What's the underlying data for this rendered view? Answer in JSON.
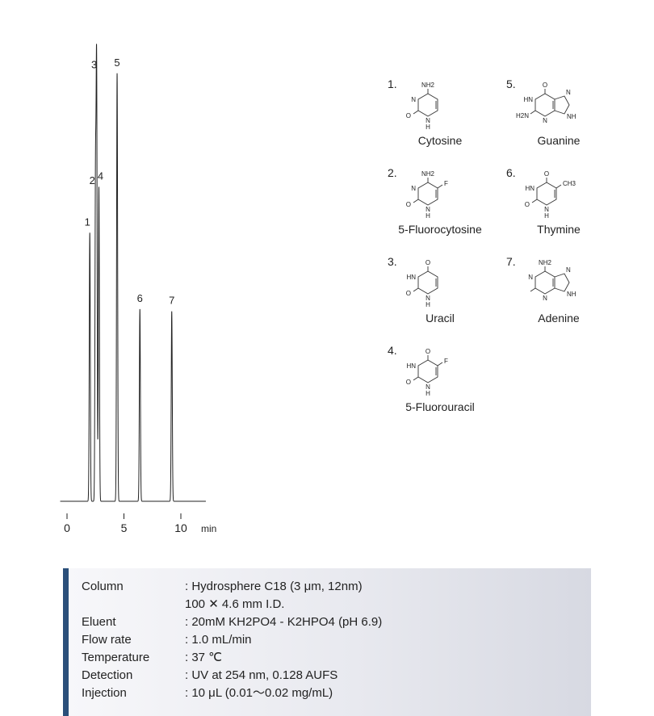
{
  "chart_data": {
    "type": "line",
    "xlabel": "min",
    "xticks": [
      0,
      5,
      10
    ],
    "xlim": [
      -0.6,
      12.2
    ],
    "peaks": [
      {
        "label": "1",
        "time": 2.0,
        "height": 0.615
      },
      {
        "label": "2",
        "time": 2.5,
        "height": 0.71
      },
      {
        "label": "3",
        "time": 2.6,
        "height": 0.975
      },
      {
        "label": "4",
        "time": 2.8,
        "height": 0.72
      },
      {
        "label": "5",
        "time": 4.4,
        "height": 0.98
      },
      {
        "label": "6",
        "time": 6.4,
        "height": 0.44
      },
      {
        "label": "7",
        "time": 9.2,
        "height": 0.435
      }
    ]
  },
  "compounds": [
    {
      "number": "1.",
      "name": "Cytosine",
      "structure": "pyrimidine",
      "labels": {
        "top": "NH2",
        "left_top": "N",
        "left_bottom": "O",
        "bottom": "N",
        "bottom_h": "H"
      }
    },
    {
      "number": "5.",
      "name": "Guanine",
      "structure": "purine",
      "labels": {
        "top": "O",
        "left_top": "HN",
        "left_bottom": "H2N",
        "mid": "N",
        "right_top": "N",
        "right_bottom": "NH"
      }
    },
    {
      "number": "2.",
      "name": "5-Fluorocytosine",
      "structure": "pyrimidine",
      "labels": {
        "top": "NH2",
        "left_top": "N",
        "left_bottom": "O",
        "bottom": "N",
        "bottom_h": "H",
        "right": "F"
      }
    },
    {
      "number": "6.",
      "name": "Thymine",
      "structure": "pyrimidine",
      "labels": {
        "top": "O",
        "left_top": "HN",
        "left_bottom": "O",
        "bottom": "N",
        "bottom_h": "H",
        "right": "CH3"
      }
    },
    {
      "number": "3.",
      "name": "Uracil",
      "structure": "pyrimidine",
      "labels": {
        "top": "O",
        "left_top": "HN",
        "left_bottom": "O",
        "bottom": "N",
        "bottom_h": "H"
      }
    },
    {
      "number": "7.",
      "name": "Adenine",
      "structure": "purine",
      "labels": {
        "top": "NH2",
        "left_top": "N",
        "left_bottom": "",
        "mid": "N",
        "right_top": "N",
        "right_bottom": "NH"
      }
    },
    {
      "number": "4.",
      "name": "5-Fluorouracil",
      "structure": "pyrimidine",
      "labels": {
        "top": "O",
        "left_top": "HN",
        "left_bottom": "O",
        "bottom": "N",
        "bottom_h": "H",
        "right": "F"
      }
    }
  ],
  "conditions": [
    {
      "label": "Column",
      "value": ": Hydrosphere C18  (3 μm, 12nm)"
    },
    {
      "label": "",
      "value": "100 ✕ 4.6 mm I.D."
    },
    {
      "label": "Eluent",
      "value": ": 20mM KH2PO4 - K2HPO4 (pH 6.9)"
    },
    {
      "label": "Flow rate",
      "value": ": 1.0 mL/min"
    },
    {
      "label": "Temperature",
      "value": ": 37 ℃"
    },
    {
      "label": "Detection",
      "value": ": UV at 254 nm, 0.128 AUFS"
    },
    {
      "label": "Injection",
      "value": ": 10  μL  (0.01〜0.02 mg/mL)"
    }
  ],
  "colors": {
    "accent_bar": "#2b4f7a",
    "trace": "#222222"
  }
}
